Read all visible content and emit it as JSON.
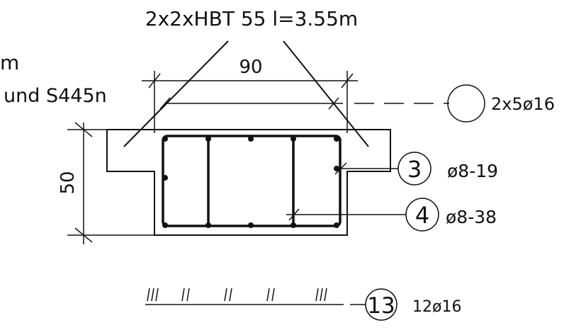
{
  "drawing": {
    "title": "2x2xHBT  55  l=3.55m",
    "left_clip_1": "m",
    "left_clip_2": "und  S445n",
    "dim_width": "90",
    "dim_height": "50",
    "callout_top_bars": "2x5ø16",
    "mark_3": {
      "number": "3",
      "text": "ø8-19"
    },
    "mark_4": {
      "number": "4",
      "text": "ø8-38"
    },
    "mark_13": {
      "number": "13",
      "text": "12ø16"
    }
  }
}
